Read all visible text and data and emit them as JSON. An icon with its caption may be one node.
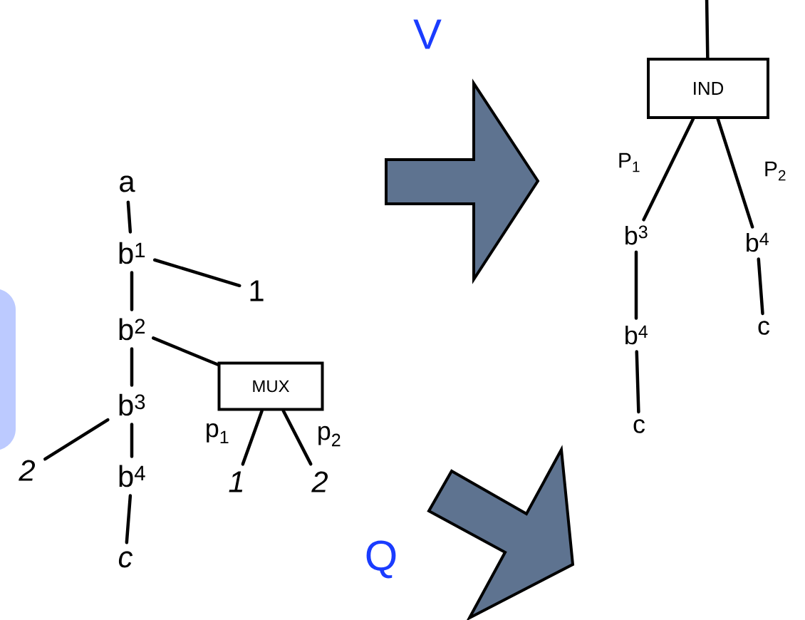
{
  "diagram": {
    "nodes": [
      {
        "text": [
          "a"
        ]
      },
      {
        "text": [
          "b$^{1}$"
        ]
      },
      {
        "text": [
          "1"
        ]
      },
      {
        "text": [
          "b$^{2}$"
        ]
      },
      {
        "text": [
          "MUX"
        ]
      },
      {
        "text": [
          "b$^{3}$"
        ]
      },
      {
        "text": [
          "2"
        ]
      },
      {
        "text": [
          "b$^{4}$"
        ]
      },
      {
        "text": [
          "c"
        ]
      },
      {
        "text": [
          "1"
        ]
      },
      {
        "text": [
          "2"
        ]
      },
      {
        "text": [
          "IND"
        ]
      },
      {
        "text": [
          "b$^{3}$"
        ]
      },
      {
        "text": [
          "b$^{4}$"
        ]
      },
      {
        "text": [
          "b$^{4}$"
        ]
      },
      {
        "text": [
          "c"
        ]
      },
      {
        "text": [
          "c"
        ]
      }
    ],
    "edges": [
      {
        "from": 0,
        "to": 1,
        "arrow": "none"
      },
      {
        "from": 1,
        "to": 2,
        "arrow": "none"
      },
      {
        "from": 1,
        "to": 3,
        "arrow": "none"
      },
      {
        "from": 3,
        "to": 4,
        "arrow": "none"
      },
      {
        "from": 3,
        "to": 5,
        "arrow": "none"
      },
      {
        "from": 5,
        "to": 6,
        "arrow": "none"
      },
      {
        "from": 5,
        "to": 7,
        "arrow": "none"
      },
      {
        "from": 7,
        "to": 8,
        "arrow": "none"
      },
      {
        "from": 4,
        "to": 9,
        "label": "p$_{1}$",
        "arrow": "none"
      },
      {
        "from": 4,
        "to": 10,
        "label": "p$_{2}$",
        "arrow": "none"
      },
      {
        "from": null,
        "to": 11,
        "arrow": "none"
      },
      {
        "from": 11,
        "to": 12,
        "label": "P$_{1}$",
        "arrow": "none"
      },
      {
        "from": 11,
        "to": 13,
        "label": "P$_{2}$",
        "arrow": "none"
      },
      {
        "from": 12,
        "to": 14,
        "arrow": "none"
      },
      {
        "from": 14,
        "to": 15,
        "arrow": "none"
      },
      {
        "from": 13,
        "to": 16,
        "arrow": "none"
      }
    ],
    "labels": [
      "V",
      "Q"
    ]
  }
}
